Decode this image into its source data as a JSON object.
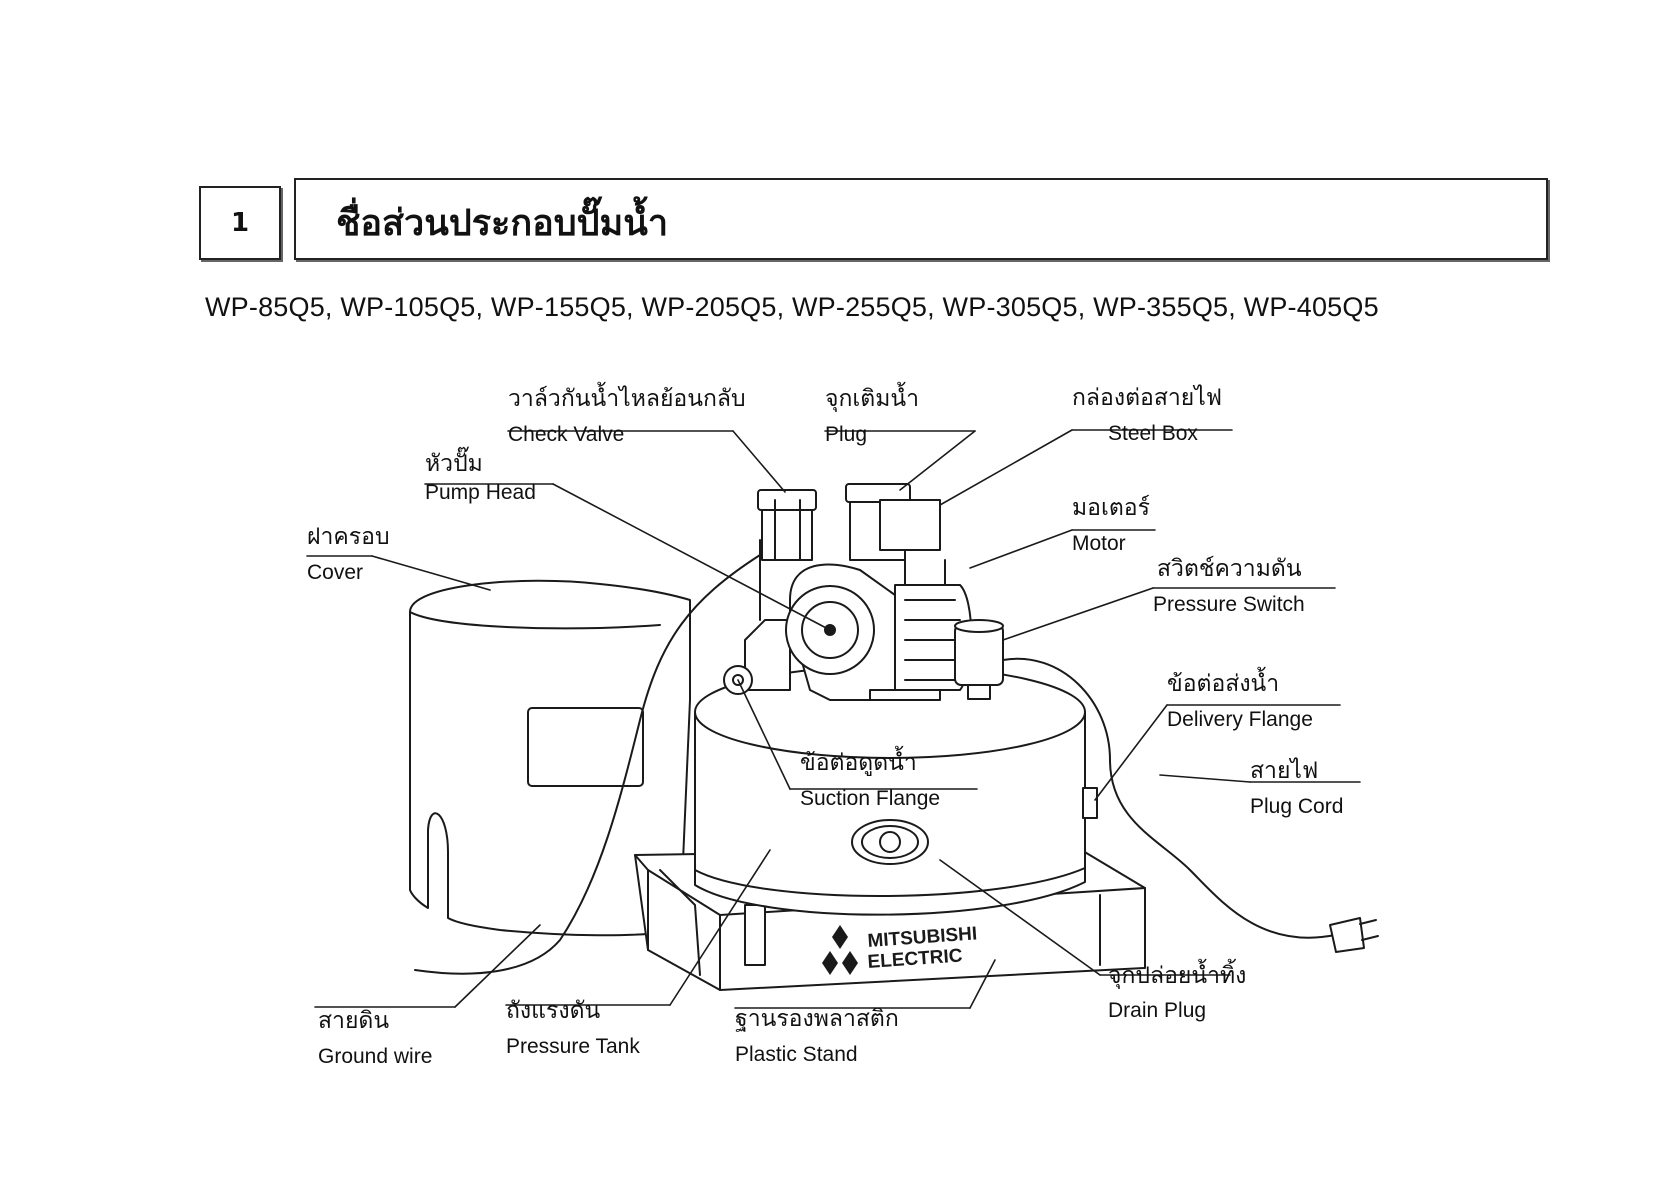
{
  "section": {
    "number": "1",
    "title": "ชื่อส่วนประกอบปั๊มน้ำ"
  },
  "models": "WP-85Q5, WP-105Q5, WP-155Q5, WP-205Q5, WP-255Q5, WP-305Q5, WP-355Q5, WP-405Q5",
  "brand": {
    "line1": "MITSUBISHI",
    "line2": "ELECTRIC"
  },
  "parts": {
    "check_valve": {
      "th": "วาล์วกันน้ำไหลย้อนกลับ",
      "en": "Check Valve"
    },
    "plug": {
      "th": "จุกเติมน้ำ",
      "en": "Plug"
    },
    "steel_box": {
      "th": "กล่องต่อสายไฟ",
      "en": "Steel Box"
    },
    "pump_head": {
      "th": "หัวปั๊ม",
      "en": "Pump Head"
    },
    "motor": {
      "th": "มอเตอร์",
      "en": "Motor"
    },
    "cover": {
      "th": "ฝาครอบ",
      "en": "Cover"
    },
    "pressure_switch": {
      "th": "สวิตช์ความดัน",
      "en": "Pressure Switch"
    },
    "delivery_flange": {
      "th": "ข้อต่อส่งน้ำ",
      "en": "Delivery Flange"
    },
    "suction_flange": {
      "th": "ข้อต่อดูดน้ำ",
      "en": "Suction Flange"
    },
    "plug_cord": {
      "th": "สายไฟ",
      "en": "Plug Cord"
    },
    "drain_plug": {
      "th": "จุกปล่อยน้ำทิ้ง",
      "en": "Drain Plug"
    },
    "ground_wire": {
      "th": "สายดิน",
      "en": "Ground wire"
    },
    "pressure_tank": {
      "th": "ถังแรงดัน",
      "en": "Pressure Tank"
    },
    "plastic_stand": {
      "th": "ฐานรองพลาสติก",
      "en": "Plastic Stand"
    }
  }
}
